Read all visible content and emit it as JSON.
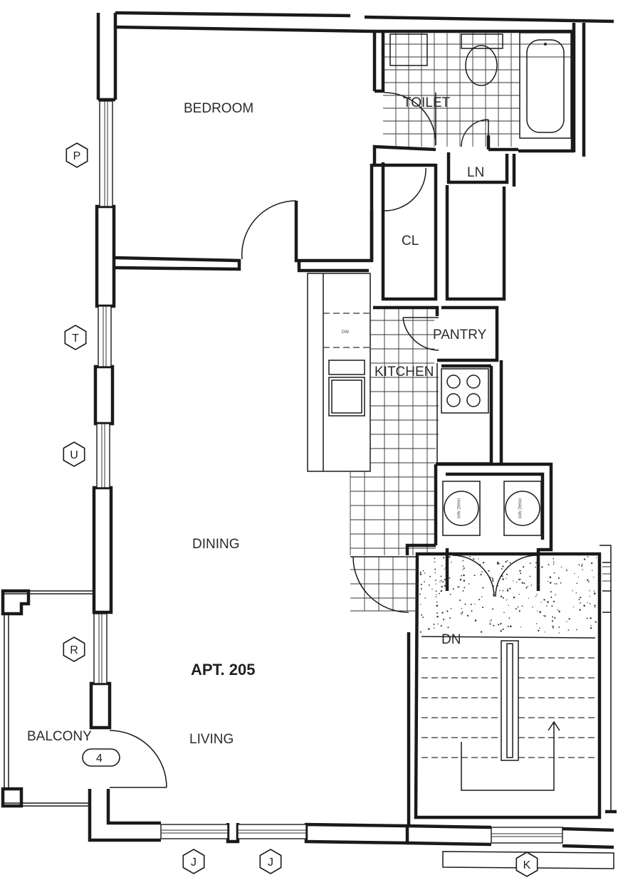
{
  "plan": {
    "title": "APT. 205",
    "rooms": {
      "bedroom": "BEDROOM",
      "toilet": "TOILET",
      "linen": "LN",
      "closet": "CL",
      "pantry": "PANTRY",
      "kitchen": "KITCHEN",
      "dining": "DINING",
      "living": "LIVING",
      "balcony": "BALCONY",
      "stair_down": "DN"
    },
    "fixtures": {
      "dishwasher": "DW",
      "hvac_left": "HVAC WH",
      "hvac_right": "HVAC WH"
    },
    "window_tags": [
      "P",
      "T",
      "U",
      "R",
      "J",
      "J",
      "K"
    ],
    "balcony_number": "4"
  }
}
